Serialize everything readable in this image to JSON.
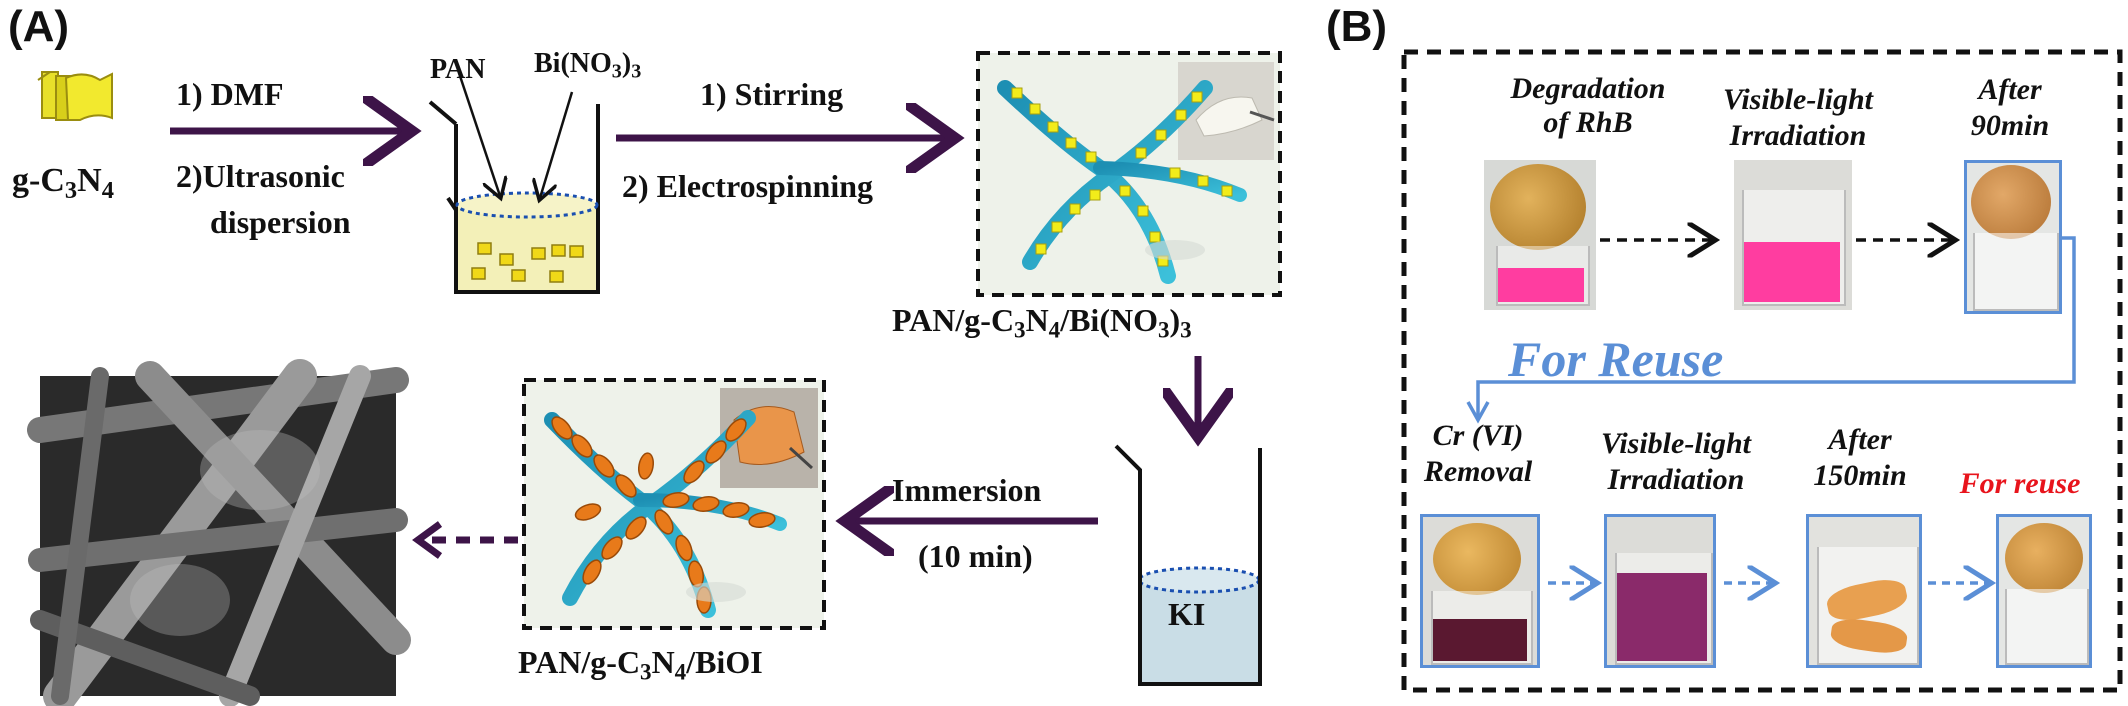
{
  "panel_a": {
    "label": "(A)",
    "gcn_label_pre": "g-C",
    "gcn_sub1": "3",
    "gcn_mid": "N",
    "gcn_sub2": "4",
    "step1_line1": "1) DMF",
    "step1_line2": "2)Ultrasonic",
    "step1_line3": "dispersion",
    "pan_label": "PAN",
    "bino3_pre": "Bi(NO",
    "bino3_sub": "3",
    "bino3_post": ")",
    "bino3_sub2": "3",
    "step2_line1": "1) Stirring",
    "step2_line2": "2) Electrospinning",
    "product1_pre": "PAN/g-C",
    "product1_s1": "3",
    "product1_m1": "N",
    "product1_s2": "4",
    "product1_m2": "/Bi(NO",
    "product1_s3": "3",
    "product1_m3": ")",
    "product1_s4": "3",
    "ki_label": "KI",
    "immersion_line1": "Immersion",
    "immersion_line2": "(10 min)",
    "product2_pre": "PAN/g-C",
    "product2_s1": "3",
    "product2_m1": "N",
    "product2_s2": "4",
    "product2_post": "/BiOI"
  },
  "panel_b": {
    "label": "(B)",
    "top_captions": [
      {
        "line1": "Degradation",
        "line2": "of RhB"
      },
      {
        "line1": "Visible-light",
        "line2": "Irradiation"
      },
      {
        "line1": "After",
        "line2": "90min"
      }
    ],
    "for_reuse_big": "For Reuse",
    "bottom_captions": [
      {
        "line1": "Cr (VI)",
        "line2": "Removal"
      },
      {
        "line1": "Visible-light",
        "line2": "Irradiation"
      },
      {
        "line1": "After",
        "line2": "150min"
      },
      {
        "line1": "For reuse",
        "line2": ""
      }
    ]
  },
  "colors": {
    "arrow_dark": "#3d1448",
    "blue": "#5b8fd6",
    "red": "#e8141c",
    "beaker_fill": "#f3f0b8",
    "ki_fill": "#c9dde6"
  }
}
